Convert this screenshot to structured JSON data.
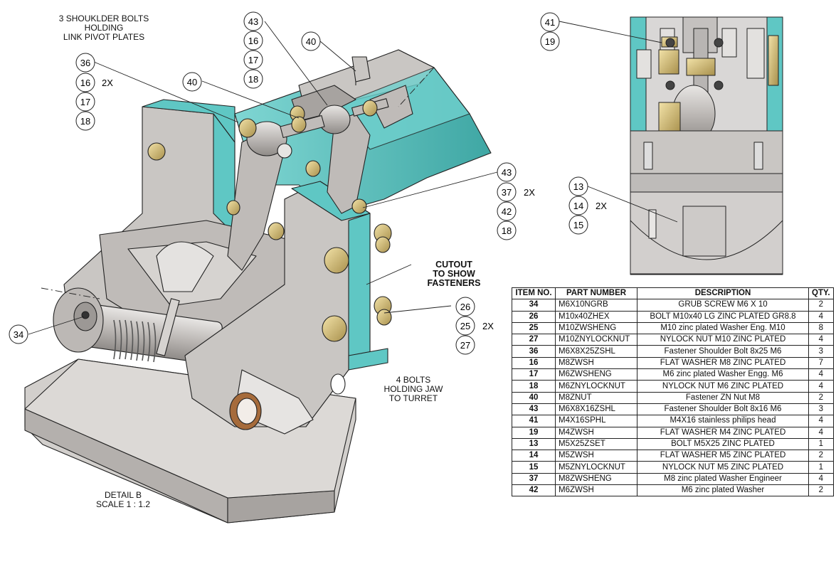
{
  "colors": {
    "steel": "#c9c6c3",
    "steel_dark": "#a7a3a0",
    "teal": "#5fc7c4",
    "teal_dark": "#3fa7a4",
    "brass": "#d9c17a",
    "brass_dark": "#a8904c",
    "line": "#222222"
  },
  "notes": {
    "shoulder_bolts": [
      "3 SHOUKLDER BOLTS",
      "HOLDING",
      "LINK PIVOT PLATES"
    ],
    "cutout": [
      "CUTOUT",
      "TO SHOW",
      "FASTENERS"
    ],
    "jaw_bolts": [
      "4 BOLTS",
      "HOLDING JAW",
      "TO TURRET"
    ],
    "detail": [
      "DETAIL B",
      "SCALE 1 : 1.2"
    ]
  },
  "balloons": {
    "b36": "36",
    "b16a": "16",
    "b17a": "17",
    "b18a": "18",
    "mult1": "2X",
    "b43a": "43",
    "b16b": "16",
    "b17b": "17",
    "b18b": "18",
    "b40a": "40",
    "b40b": "40",
    "b43b": "43",
    "b37": "37",
    "b42": "42",
    "b18c": "18",
    "mult2": "2X",
    "b26": "26",
    "b25": "25",
    "b27": "27",
    "mult3": "2X",
    "b34": "34",
    "b41": "41",
    "b19": "19",
    "b13": "13",
    "b14": "14",
    "b15": "15",
    "mult4": "2X"
  },
  "bom": {
    "headers": [
      "ITEM NO.",
      "PART NUMBER",
      "DESCRIPTION",
      "QTY."
    ],
    "rows": [
      {
        "item": "34",
        "part": "M6X10NGRB",
        "desc": "GRUB SCREW M6 X 10",
        "qty": "2"
      },
      {
        "item": "26",
        "part": "M10x40ZHEX",
        "desc": "BOLT M10x40 LG ZINC PLATED GR8.8",
        "qty": "4"
      },
      {
        "item": "25",
        "part": "M10ZWSHENG",
        "desc": "M10 zinc plated Washer Eng.  M10",
        "qty": "8"
      },
      {
        "item": "27",
        "part": "M10ZNYLOCKNUT",
        "desc": "NYLOCK NUT M10 ZINC PLATED",
        "qty": "4"
      },
      {
        "item": "36",
        "part": "M6X8X25ZSHL",
        "desc": "Fastener Shoulder Bolt 8x25 M6",
        "qty": "3"
      },
      {
        "item": "16",
        "part": "M8ZWSH",
        "desc": "FLAT WASHER M8 ZINC PLATED",
        "qty": "7"
      },
      {
        "item": "17",
        "part": "M6ZWSHENG",
        "desc": "M6 zinc plated Washer Engg.  M6",
        "qty": "4"
      },
      {
        "item": "18",
        "part": "M6ZNYLOCKNUT",
        "desc": "NYLOCK NUT M6 ZINC PLATED",
        "qty": "4"
      },
      {
        "item": "40",
        "part": "M8ZNUT",
        "desc": "Fastener ZN Nut M8",
        "qty": "2"
      },
      {
        "item": "43",
        "part": "M6X8X16ZSHL",
        "desc": "Fastener Shoulder Bolt 8x16 M6",
        "qty": "3"
      },
      {
        "item": "41",
        "part": "M4X16SPHL",
        "desc": "M4X16 stainless philips head",
        "qty": "4"
      },
      {
        "item": "19",
        "part": "M4ZWSH",
        "desc": "FLAT WASHER M4 ZINC PLATED",
        "qty": "4"
      },
      {
        "item": "13",
        "part": "M5X25ZSET",
        "desc": "BOLT M5X25  ZINC PLATED",
        "qty": "1"
      },
      {
        "item": "14",
        "part": "M5ZWSH",
        "desc": "FLAT WASHER M5 ZINC PLATED",
        "qty": "2"
      },
      {
        "item": "15",
        "part": "M5ZNYLOCKNUT",
        "desc": "NYLOCK NUT M5 ZINC PLATED",
        "qty": "1"
      },
      {
        "item": "37",
        "part": "M8ZWSHENG",
        "desc": "M8 zinc plated Washer Engineer",
        "qty": "4"
      },
      {
        "item": "42",
        "part": "M6ZWSH",
        "desc": "M6 zinc plated Washer",
        "qty": "2"
      }
    ]
  }
}
